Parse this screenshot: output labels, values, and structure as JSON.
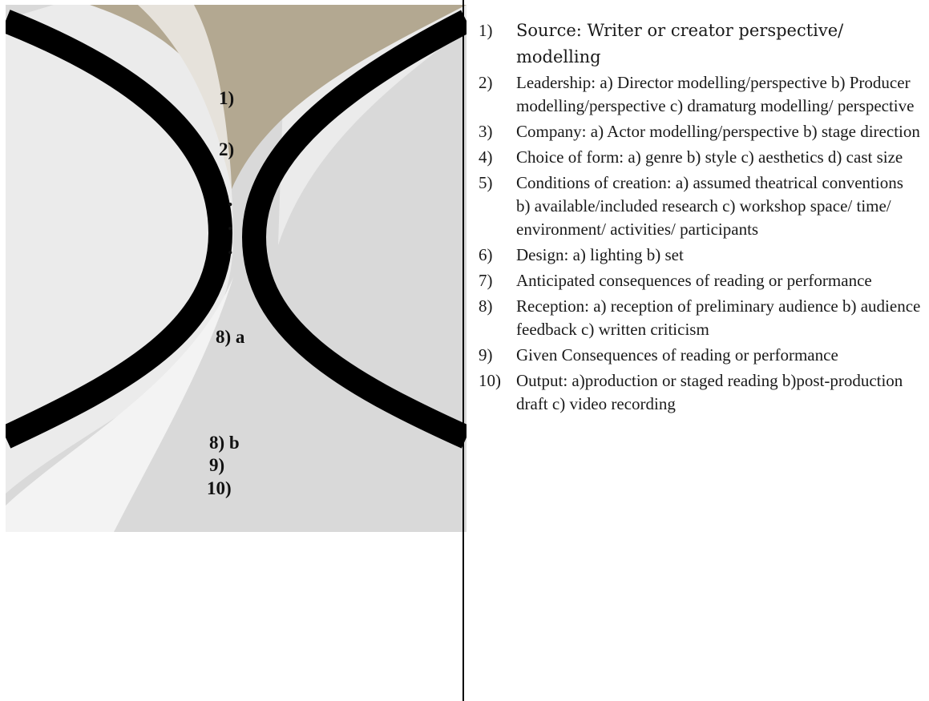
{
  "diagram": {
    "colors": {
      "background_grey": "#d9d9d9",
      "top_wedge_tan": "#b3a891",
      "top_wedge_light": "#e6e2db",
      "light_band": "#ebebeb",
      "pale_swoosh": "#f3f3f3",
      "curves": "#000000"
    },
    "labels": {
      "s1": "1)",
      "s2": "2)",
      "dot": ".",
      "s8a": "8) a",
      "s8b": "8) b",
      "s9": "9)",
      "s10": "10)"
    }
  },
  "legend": {
    "items": [
      {
        "num": "1)",
        "text": "Source: Writer or creator perspective/ modelling"
      },
      {
        "num": "2)",
        "text": "Leadership: a) Director modelling/perspective b) Producer modelling/perspective c) dramaturg modelling/ perspective"
      },
      {
        "num": "3)",
        "text": "Company: a) Actor modelling/perspective b) stage direction"
      },
      {
        "num": "4)",
        "text": "Choice of form: a) genre b) style c) aesthetics d) cast size"
      },
      {
        "num": "5)",
        "text": "Conditions of creation: a) assumed theatrical conventions b) available/included research c) workshop space/ time/ environment/ activities/ participants"
      },
      {
        "num": "6)",
        "text": "Design: a) lighting b) set"
      },
      {
        "num": "7)",
        "text": "Anticipated consequences of reading or performance"
      },
      {
        "num": "8)",
        "text": "Reception:  a) reception of preliminary audience b) audience feedback c) written criticism"
      },
      {
        "num": "9)",
        "text": "Given Consequences of reading or performance"
      },
      {
        "num": "10)",
        "text": "Output: a)production or staged reading b)post-production draft c) video recording"
      }
    ]
  }
}
